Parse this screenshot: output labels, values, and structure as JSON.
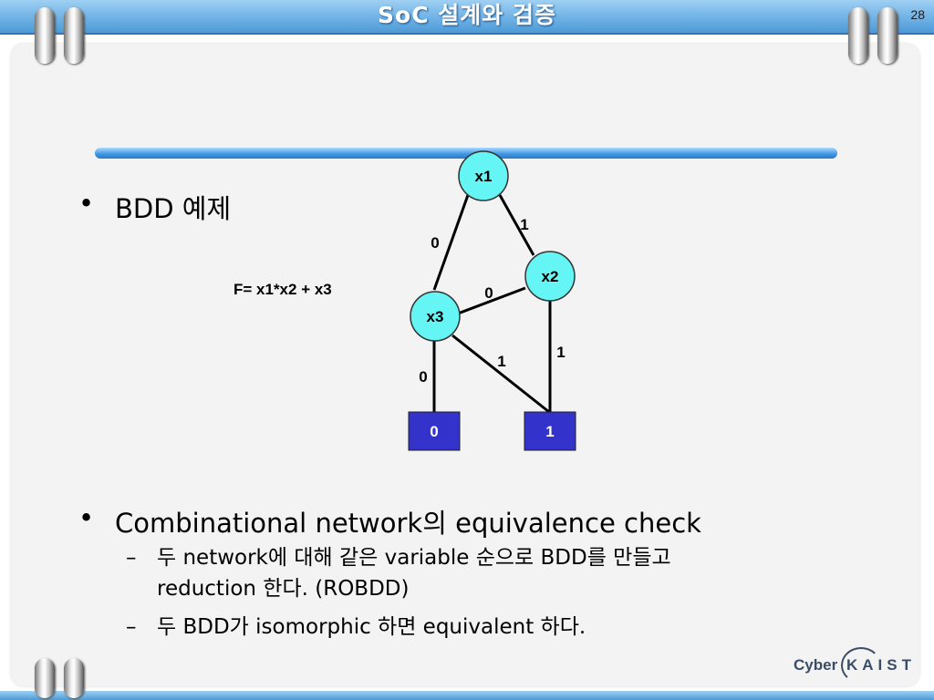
{
  "slide": {
    "title": "SoC 설계와 검증",
    "page_number": "28"
  },
  "bullets": {
    "bdd_example": "BDD 예제",
    "combinational": "Combinational network의 equivalence check",
    "sub_1_line_1": "두 network에 대해 같은 variable 순으로 BDD를 만들고",
    "sub_1_line_2": "reduction 한다. (ROBDD)",
    "sub_2": "두 BDD가 isomorphic 하면 equivalent 하다.",
    "dot": "•",
    "dash": "–"
  },
  "diagram": {
    "formula": "F= x1*x2 + x3",
    "nodes": {
      "x1": "x1",
      "x2": "x2",
      "x3": "x3"
    },
    "terminals": {
      "zero": "0",
      "one": "1"
    },
    "edge_labels": {
      "x1_x3": "0",
      "x1_x2": "1",
      "x2_x3": "0",
      "x3_one": "1",
      "x2_one": "1",
      "x3_zero": "0"
    },
    "node_color": "#66f5f5",
    "terminal_color": "#3333cc"
  },
  "logo": {
    "cyber": "Cyber",
    "kaist": "KAIST"
  }
}
